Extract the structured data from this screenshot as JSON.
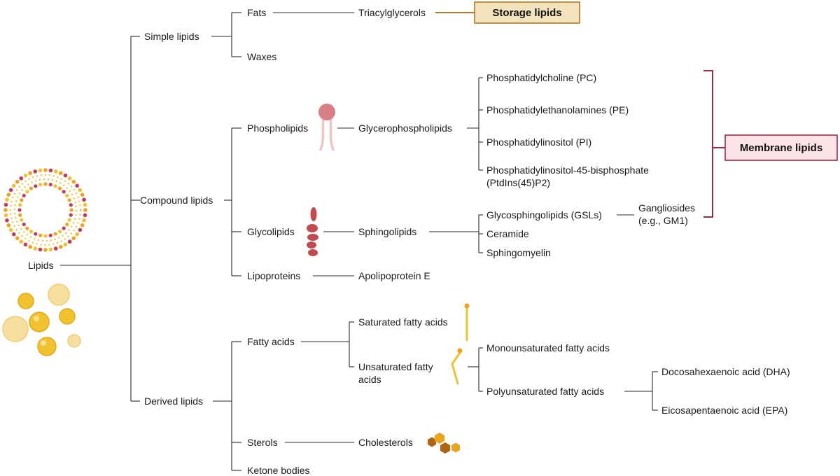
{
  "root": {
    "label": "Lipids"
  },
  "simple": {
    "label": "Simple lipids",
    "fats": "Fats",
    "waxes": "Waxes",
    "triacylglycerols": "Triacylglycerols"
  },
  "compound": {
    "label": "Compound lipids",
    "phospholipids": "Phospholipids",
    "glycerophospholipids": "Glycerophospholipids",
    "pc": "Phosphatidylcholine (PC)",
    "pe": "Phosphatidylethanolamines (PE)",
    "pi": "Phosphatidylinositol (PI)",
    "pip2_line1": "Phosphatidylinositol-45-bisphosphate",
    "pip2_line2": "(PtdIns(45)P2)",
    "glycolipids": "Glycolipids",
    "sphingolipids": "Sphingolipids",
    "gsl": "Glycosphingolipids (GSLs)",
    "gangliosides_line1": "Gangliosides",
    "gangliosides_line2": "(e.g., GM1)",
    "ceramide": "Ceramide",
    "sphingomyelin": "Sphingomyelin",
    "lipoproteins": "Lipoproteins",
    "apoe": "Apolipoprotein E"
  },
  "derived": {
    "label": "Derived lipids",
    "fatty_acids": "Fatty acids",
    "saturated": "Saturated fatty acids",
    "unsaturated_line1": "Unsaturated fatty",
    "unsaturated_line2": "acids",
    "mufa": "Monounsaturated fatty acids",
    "pufa": "Polyunsaturated fatty acids",
    "dha": "Docosahexaenoic acid (DHA)",
    "epa": "Eicosapentaenoic acid (EPA)",
    "sterols": "Sterols",
    "cholesterols": "Cholesterols",
    "ketone": "Ketone bodies"
  },
  "boxes": {
    "storage": "Storage lipids",
    "membrane": "Membrane lipids"
  },
  "icons": {
    "liposome": "liposome-icon",
    "droplets": "lipid-droplets-icon",
    "phospholipid": "phospholipid-molecule-icon",
    "glycolipid": "glycolipid-molecule-icon",
    "saturated_chain": "saturated-fatty-acid-icon",
    "unsaturated_chain": "unsaturated-fatty-acid-icon",
    "cholesterol": "cholesterol-ring-icon"
  },
  "colors": {
    "storage_fill": "#f3e3bd",
    "storage_border": "#b07a22",
    "membrane_fill": "#fbe3e8",
    "membrane_border": "#a12a4a",
    "phospholipid": "#d97f86",
    "glycolipid": "#c24a50",
    "fatty_acid": "#f2c12e",
    "cholesterol_dark": "#b06414",
    "cholesterol_light": "#eaa31c"
  }
}
